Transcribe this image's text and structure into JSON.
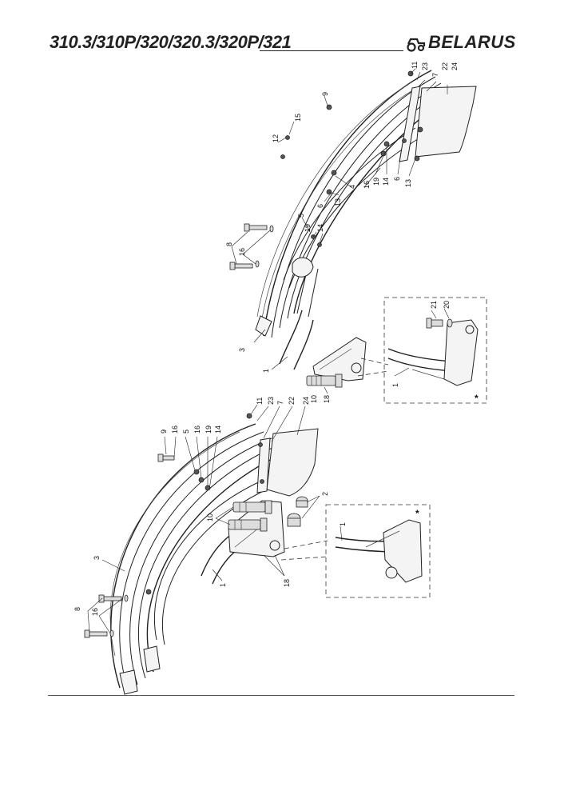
{
  "header": {
    "model_title": "310.3/310P/320/320.3/320P/321",
    "brand_name": "BELARUS",
    "brand_logo_icon": "tractor-logo-icon"
  },
  "diagram": {
    "detail_marker": "*",
    "upper_assembly_callouts": [
      "1",
      "3",
      "4",
      "5",
      "6",
      "6",
      "7",
      "8",
      "9",
      "10",
      "11",
      "12",
      "13",
      "13",
      "14",
      "14",
      "15",
      "16",
      "16",
      "18",
      "19",
      "19",
      "22",
      "23",
      "24"
    ],
    "upper_detail_callouts": [
      "1",
      "20",
      "21"
    ],
    "lower_assembly_callouts": [
      "1",
      "2",
      "3",
      "5",
      "7",
      "8",
      "9",
      "10",
      "11",
      "14",
      "16",
      "16",
      "16",
      "18",
      "19",
      "22",
      "23",
      "24"
    ],
    "lower_detail_callouts": [
      "1"
    ]
  }
}
